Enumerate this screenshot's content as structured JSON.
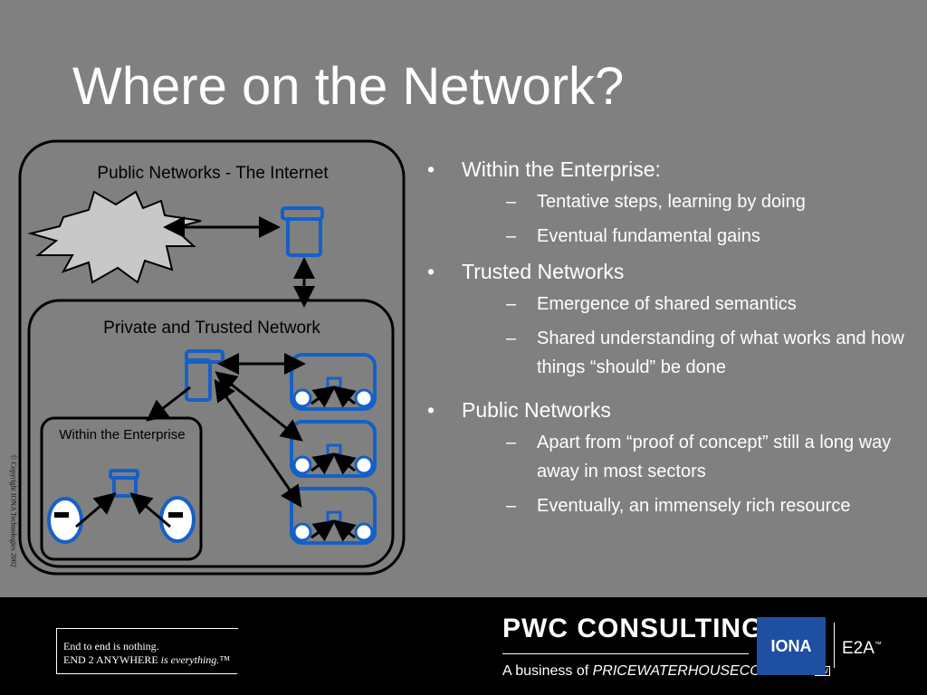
{
  "slide": {
    "title": "Where on the Network?",
    "copyright": "© Copyright IONA Technologies 2002"
  },
  "diagram": {
    "public_label": "Public Networks - The Internet",
    "private_label": "Private and Trusted Network",
    "enterprise_label": "Within the Enterprise",
    "colors": {
      "node_blue": "#1560c8",
      "outline": "#000000",
      "burst": "#c8c8c8"
    }
  },
  "bullets": [
    {
      "text": "Within the Enterprise:",
      "subs": [
        "Tentative steps, learning by doing",
        "Eventual fundamental gains"
      ]
    },
    {
      "text": "Trusted Networks",
      "subs": [
        "Emergence of shared semantics",
        "Shared understanding of what works and how things “should” be done"
      ]
    },
    {
      "text": "Public Networks",
      "subs": [
        "Apart from “proof of concept” still a long way away in most sectors",
        "Eventually, an immensely rich resource"
      ]
    }
  ],
  "footer": {
    "tagline_line1": "End to end is nothing.",
    "tagline_line2_a": "END 2 ANYWHERE ",
    "tagline_line2_b": "is everything.",
    "tagline_tm": "™",
    "brand": "PWC CONSULTING",
    "business_prefix": "A business of ",
    "business_name": "PRICEWATERHOUSECOOPERS",
    "iona": "IONA",
    "e2a": "E2A",
    "e2a_tm": "™"
  }
}
